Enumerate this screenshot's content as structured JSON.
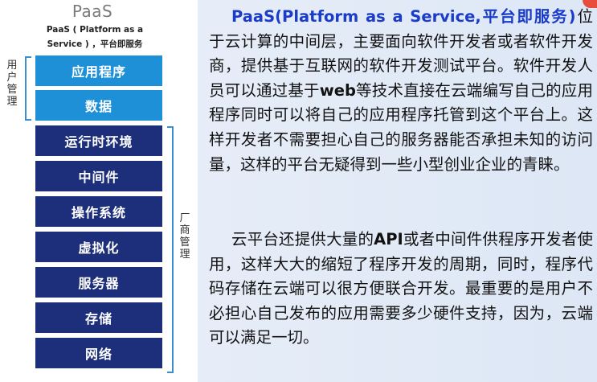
{
  "diagram": {
    "title": "PaaS",
    "subtitle_line1": "PaaS ( Platform as a",
    "subtitle_line2": "Service ) ，平台即服务",
    "user_label": "用户管理",
    "vendor_label": "厂商管理",
    "user_layers": [
      "应用程序",
      "数据"
    ],
    "vendor_layers": [
      "运行时环境",
      "中间件",
      "操作系统",
      "虚拟化",
      "服务器",
      "存储",
      "网络"
    ]
  },
  "text": {
    "p1_highlight": "PaaS(Platform as a Service,平台即服务)",
    "p1_body_a": "位于云计算的中间层，主要面向软件开发者或者软件开发商，提供基于互联网的软件开发测试平台。软件开发人员可以通过基于",
    "p1_web": "web",
    "p1_body_b": "等技术直接在云端编写自己的应用程序同时可以将自己的应用程序托管到这个平台上。这样开发者不需要担心自己的服务器能否承担未知的访问量，这样的平台无疑得到一些小型创业企业的青睐。",
    "p2_body_a": "云平台还提供大量的",
    "p2_api": "API",
    "p2_body_b": "或者中间件供程序开发者使用，这样大大的缩短了程序开发的周期，同时，程序代码存储在云端可以很方便联合开发。最重要的是用户不必担心自己发布的应用需要多少硬件支持，因为，云端可以满足一切。"
  },
  "colors": {
    "user_layer": "#1e90d8",
    "vendor_layer": "#1d2f7a",
    "highlight": "#1a3cc8",
    "panel_bg": "#e6edf8"
  }
}
